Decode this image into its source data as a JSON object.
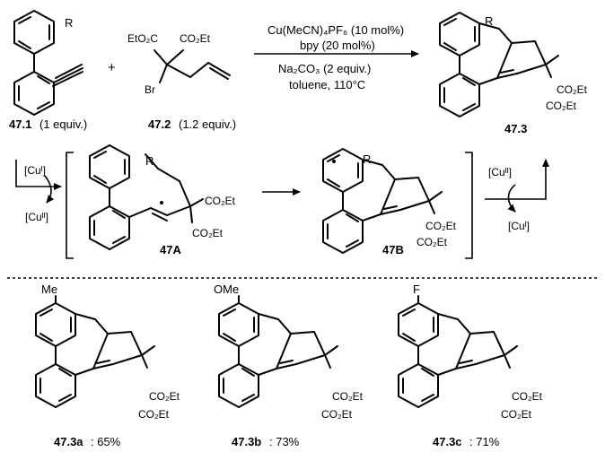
{
  "conditions": {
    "catalyst": "Cu(MeCN)₄PF₆ (10 mol%)",
    "ligand": "bpy (20 mol%)",
    "base": "Na₂CO₃ (2 equiv.)",
    "solvent_temp": "toluene, 110°C"
  },
  "reactants": {
    "r1_id": "47.1",
    "r1_amount": "(1 equiv.)",
    "r2_id": "47.2",
    "r2_amount": "(1.2 equiv.)",
    "plus": "+"
  },
  "product": {
    "id": "47.3"
  },
  "substituent_r": "R",
  "ester_labels": {
    "co2et": "CO₂Et",
    "eto2c": "EtO₂C",
    "br": "Br"
  },
  "mechanism": {
    "cu1_left": "[Cuᴵ]",
    "cu2_left": "[Cuᴵᴵ]",
    "cu2_right": "[Cuᴵᴵ]",
    "cu1_right": "[Cuᴵ]",
    "intA": "47A",
    "intB": "47B"
  },
  "examples": [
    {
      "substituent": "Me",
      "label": "47.3a",
      "yield": ": 65%"
    },
    {
      "substituent": "OMe",
      "label": "47.3b",
      "yield": ": 73%"
    },
    {
      "substituent": "F",
      "label": "47.3c",
      "yield": ": 71%"
    }
  ]
}
